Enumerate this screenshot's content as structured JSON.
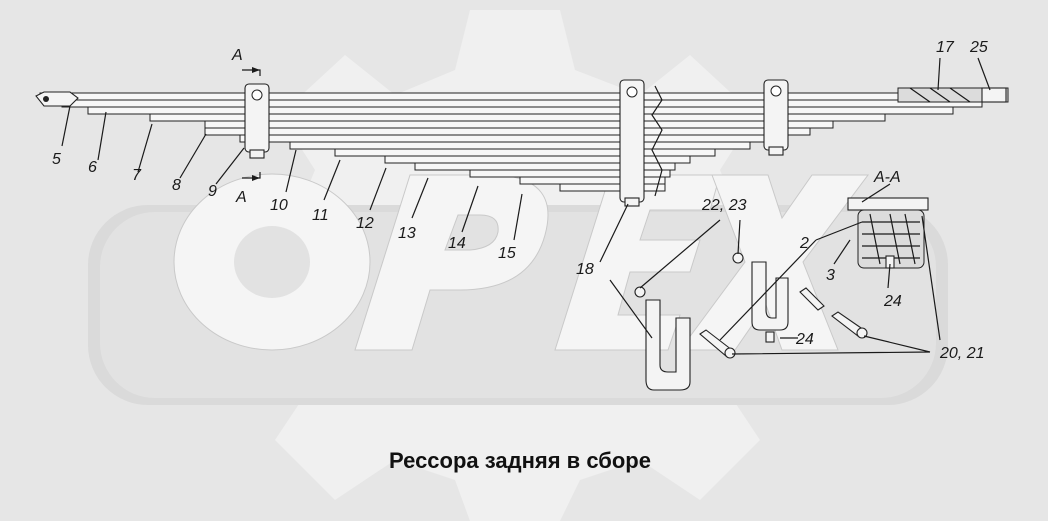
{
  "title": "Рессора задняя в сборе",
  "section_mark": "A",
  "section_label": "A-A",
  "callouts": {
    "c2": "2",
    "c3": "3",
    "c5": "5",
    "c6": "6",
    "c7": "7",
    "c8": "8",
    "c9": "9",
    "c10": "10",
    "c11": "11",
    "c12": "12",
    "c13": "13",
    "c14": "14",
    "c15": "15",
    "c17": "17",
    "c18": "18",
    "c20_21": "20, 21",
    "c22_23": "22, 23",
    "c24a": "24",
    "c24b": "24",
    "c25": "25"
  },
  "watermark": {
    "text": "OPEX",
    "color": "#f5f5f5"
  },
  "colors": {
    "background": "#e6e6e6",
    "gear": "#f0f0f0",
    "line": "#1a1a1a"
  }
}
